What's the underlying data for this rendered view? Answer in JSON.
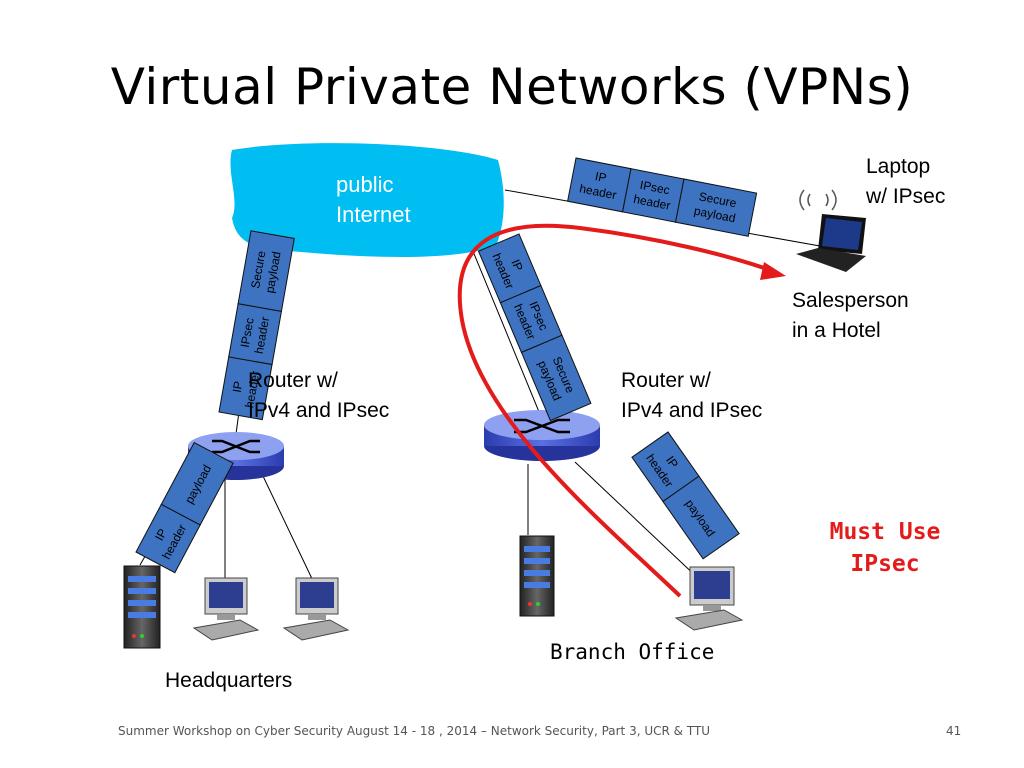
{
  "slide": {
    "title": "Virtual Private Networks (VPNs)",
    "footer": "Summer Workshop on Cyber Security August 14 - 18 , 2014 – Network Security, Part 3, UCR & TTU",
    "page_number": "41"
  },
  "cloud": {
    "line1": "public",
    "line2": "Internet"
  },
  "laptop": {
    "line1": "Laptop",
    "line2": "w/ IPsec"
  },
  "salesperson": {
    "line1": "Salesperson",
    "line2": "in a Hotel"
  },
  "router_left": {
    "line1": "Router w/",
    "line2": "IPv4 and IPsec"
  },
  "router_right": {
    "line1": "Router w/",
    "line2": "IPv4 and IPsec"
  },
  "headquarters": "Headquarters",
  "branch_office": "Branch Office",
  "must_use": {
    "line1": "Must Use",
    "line2": "IPsec"
  },
  "packets": {
    "ipsec": {
      "ip": [
        "IP",
        "header"
      ],
      "ipsec": [
        "IPsec",
        "header"
      ],
      "payload": [
        "Secure",
        "payload"
      ]
    },
    "plain": {
      "ip": [
        "IP",
        "header"
      ],
      "payload": [
        "payload"
      ]
    }
  },
  "colors": {
    "cloud": "#00bdf2",
    "packet": "#3e73c2",
    "router": "#3a4fbf",
    "arrow": "#e41b1b"
  }
}
